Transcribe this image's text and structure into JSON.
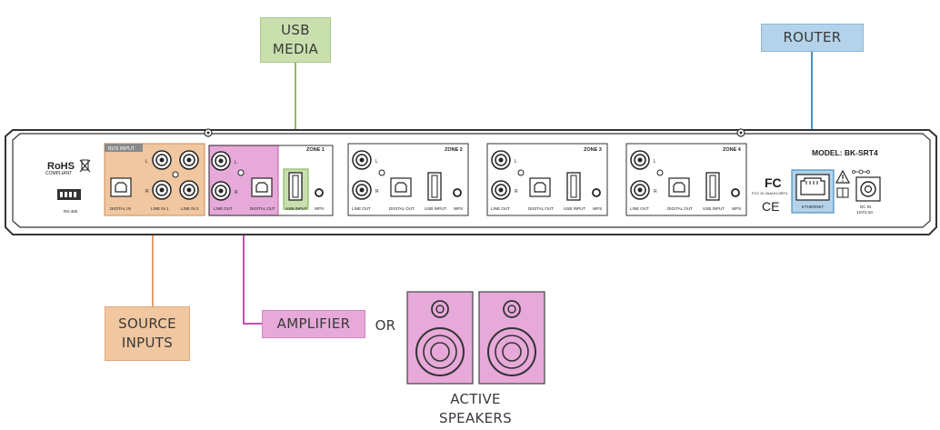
{
  "callouts": {
    "usb_media": "USB\nMEDIA",
    "router": "ROUTER",
    "source_inputs": "SOURCE\nINPUTS",
    "amplifier": "AMPLIFIER",
    "or": "OR",
    "active_speakers": "ACTIVE\nSPEAKERS"
  },
  "panel": {
    "model": "MODEL: BK-SRT4",
    "rohs_line1": "RoHS",
    "rohs_line2": "COMPLIANT",
    "rs485": "RS-485",
    "bus_input": "BUS INPUT",
    "digital_in": "DIGITAL IN",
    "line_in_1": "LINE IN 1",
    "line_in_2": "LINE IN 2",
    "line_out": "LINE OUT",
    "digital_out": "DIGITAL OUT",
    "usb_input": "USB INPUT",
    "wps": "WPS",
    "zones": [
      "ZONE 1",
      "ZONE 2",
      "ZONE 3",
      "ZONE 4"
    ],
    "left": "L",
    "right": "R",
    "fcc": "FC",
    "fcc_id": "FCC ID  2AAUH-SRT4",
    "ce": "CE",
    "ethernet": "ETHERNET",
    "dc_in_1": "DC IN",
    "dc_in_2": "12V/1.5A"
  },
  "colors": {
    "usb": "#c9dfae",
    "router": "#b4d3ea",
    "source": "#f0c7a0",
    "amplifier": "#e6a9d9",
    "panel_line": "#333333"
  }
}
